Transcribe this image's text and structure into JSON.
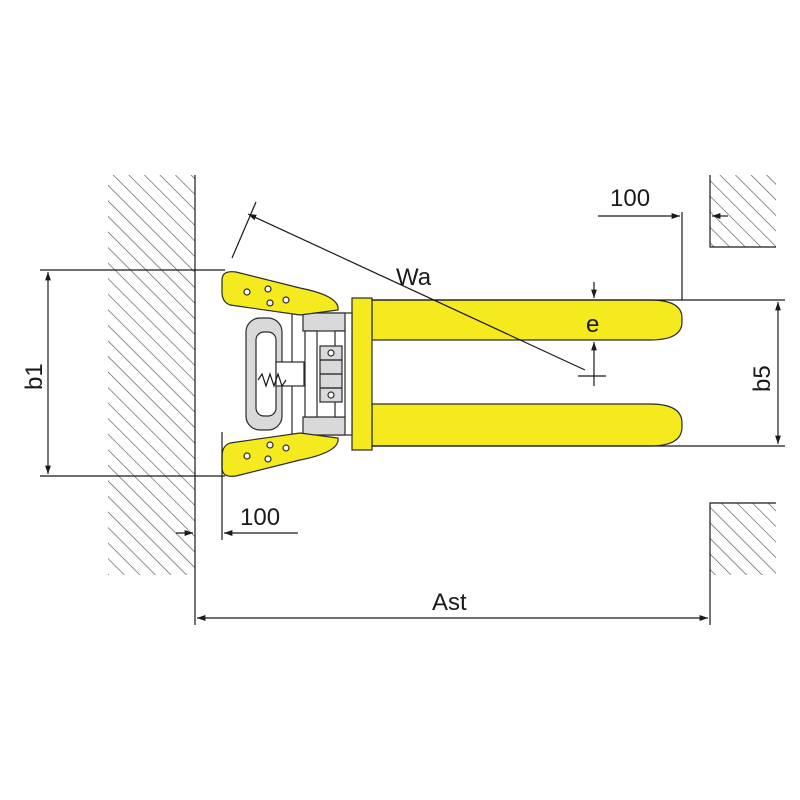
{
  "labels": {
    "wa": "Wa",
    "e": "e",
    "b1": "b1",
    "b5": "b5",
    "ast": "Ast",
    "clearance_top": "100",
    "clearance_bottom": "100"
  },
  "colors": {
    "truck_body": "#f4ea1d",
    "outline": "#2a2a2a",
    "hatch": "#555555"
  }
}
